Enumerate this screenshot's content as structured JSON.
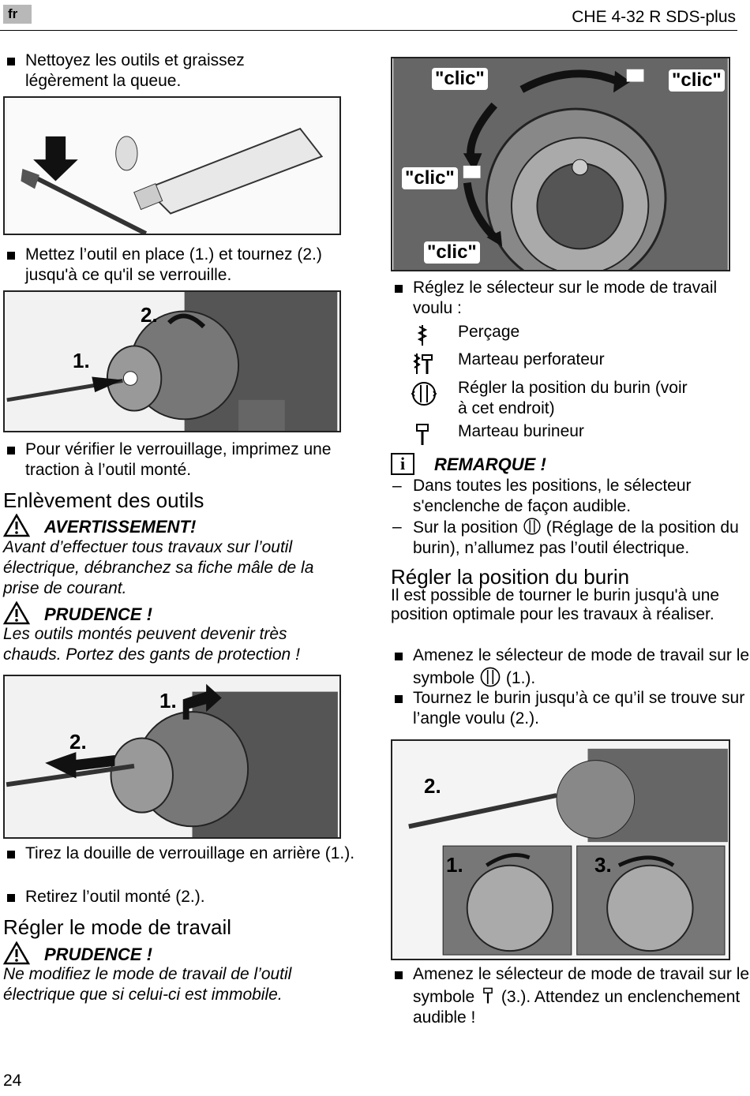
{
  "header": {
    "lang": "fr",
    "title": "CHE 4-32 R SDS-plus"
  },
  "left": {
    "b1": "Nettoyez les outils et graissez légèrement la queue.",
    "b2": "Mettez l’outil en place (1.) et tournez (2.) jusqu'à ce qu'il se verrouille.",
    "fig2_labels": {
      "one": "1.",
      "two": "2."
    },
    "b3": "Pour vérifier le verrouillage, imprimez une traction à l’outil monté.",
    "h1": "Enlèvement des outils",
    "warn1_title": "AVERTISSEMENT!",
    "warn1_text": "Avant d’effectuer tous travaux sur l’outil électrique, débranchez sa fiche mâle de la prise de courant.",
    "caution1_title": "PRUDENCE !",
    "caution1_text": "Les outils montés peuvent devenir très chauds. Portez des gants de protection !",
    "fig3_labels": {
      "one": "1.",
      "two": "2."
    },
    "b4": "Tirez la douille de verrouillage en arrière (1.).",
    "b5": "Retirez l’outil monté (2.).",
    "h2": "Régler le mode de travail",
    "caution2_title": "PRUDENCE !",
    "caution2_text": "Ne modifiez le mode de travail de l’outil électrique que si celui-ci est immobile."
  },
  "right": {
    "fig1_clicks": [
      "\"clic\"",
      "\"clic\"",
      "\"clic\"",
      "\"clic\""
    ],
    "b1": "Réglez le sélecteur sur le mode de travail voulu :",
    "modes": [
      {
        "icon": "drill-bit-icon",
        "label": "Perçage"
      },
      {
        "icon": "hammer-drill-icon",
        "label": "Marteau perforateur"
      },
      {
        "icon": "chisel-position-icon",
        "label": "Régler la position du burin (voir à cet endroit)"
      },
      {
        "icon": "chisel-hammer-icon",
        "label": "Marteau burineur"
      }
    ],
    "note_title": "REMARQUE !",
    "note1": "Dans toutes les positions, le sélecteur s'enclenche de façon audible.",
    "note2_before": "Sur la position",
    "note2_after": "(Réglage de la position du burin), n’allumez pas l’outil électrique.",
    "h3": "Régler la position du burin",
    "p1": "Il est possible de tourner le burin jusqu'à une position optimale pour les travaux à réaliser.",
    "b2_before": "Amenez le sélecteur de mode de travail sur le symbole",
    "b2_after": "(1.).",
    "b3": "Tournez le burin jusqu’à ce qu’il se trouve sur l’angle voulu (2.).",
    "fig2_labels": {
      "two": "2.",
      "one": "1.",
      "three": "3."
    },
    "b4_before": "Amenez le sélecteur de mode de travail sur le symbole",
    "b4_after": "(3.). Attendez un enclenchement audible !"
  },
  "footer": {
    "page": "24"
  }
}
